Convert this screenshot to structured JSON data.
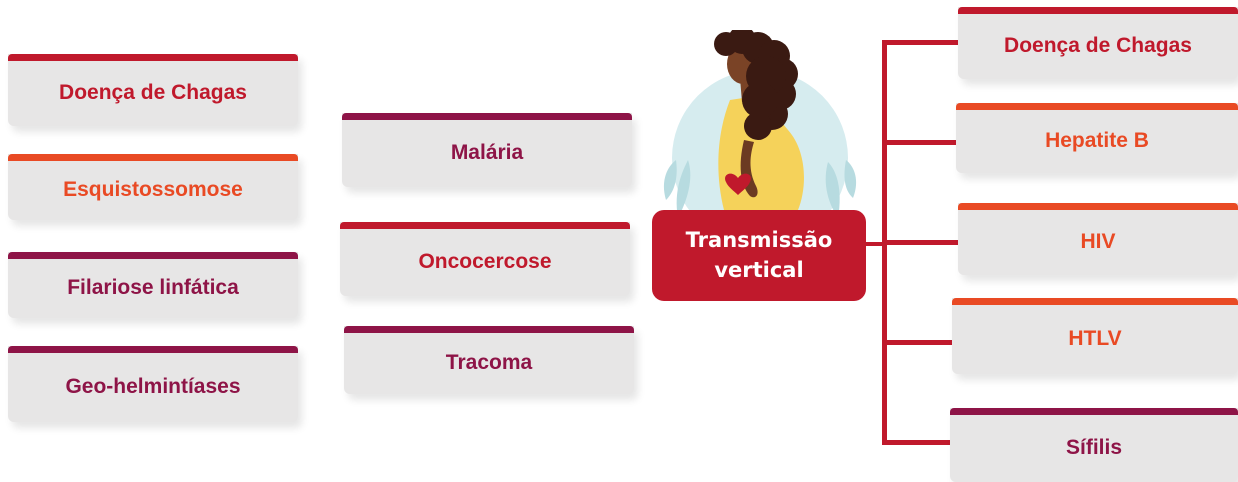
{
  "center": {
    "line1": "Transmissão",
    "line2": "vertical"
  },
  "left_column": [
    {
      "label": "Doença de Chagas",
      "color": "#c0192c"
    },
    {
      "label": "Esquistossomose",
      "color": "#e94a24"
    },
    {
      "label": "Filariose linfática",
      "color": "#8e1447"
    },
    {
      "label": "Geo-helmintíases",
      "color": "#8e1447"
    }
  ],
  "middle_column": [
    {
      "label": "Malária",
      "color": "#8e1447"
    },
    {
      "label": "Oncocercose",
      "color": "#c0192c"
    },
    {
      "label": "Tracoma",
      "color": "#8e1447"
    }
  ],
  "right_column": [
    {
      "label": "Doença de Chagas",
      "color": "#c0192c"
    },
    {
      "label": "Hepatite B",
      "color": "#e94a24"
    },
    {
      "label": "HIV",
      "color": "#e94a24"
    },
    {
      "label": "HTLV",
      "color": "#e94a24"
    },
    {
      "label": "Sífilis",
      "color": "#8e1447"
    }
  ],
  "colors": {
    "red": "#c0192c",
    "orange": "#e94a24",
    "purple": "#8e1447",
    "card": "#e7e6e6"
  }
}
